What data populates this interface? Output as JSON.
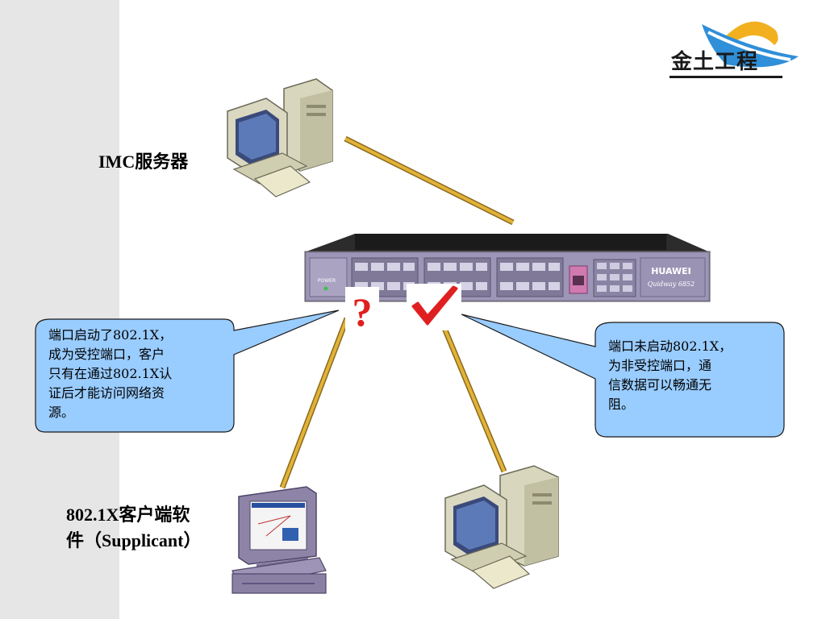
{
  "logo": {
    "text": "金土工程"
  },
  "labels": {
    "server": "IMC服务器",
    "client_line1": "802.1X客户端软",
    "client_line2": "件（Supplicant）"
  },
  "callouts": {
    "left": [
      "端口启动了802.1X，",
      "成为受控端口，客户",
      "只有在通过802.1X认",
      "证后才能访问网络资",
      "源。"
    ],
    "right": [
      "端口未启动802.1X，",
      "为非受控端口，通",
      "信数据可以畅通无",
      "阻。"
    ]
  },
  "switch": {
    "brand": "HUAWEI",
    "model": "Quidway 6852",
    "power_label": "POWER"
  },
  "marks": {
    "question": "?",
    "check": "✓"
  },
  "colors": {
    "cable": "#d8a629",
    "callout_fill": "#99ccff",
    "question_color": "#e02020",
    "check_color": "#e02020"
  }
}
